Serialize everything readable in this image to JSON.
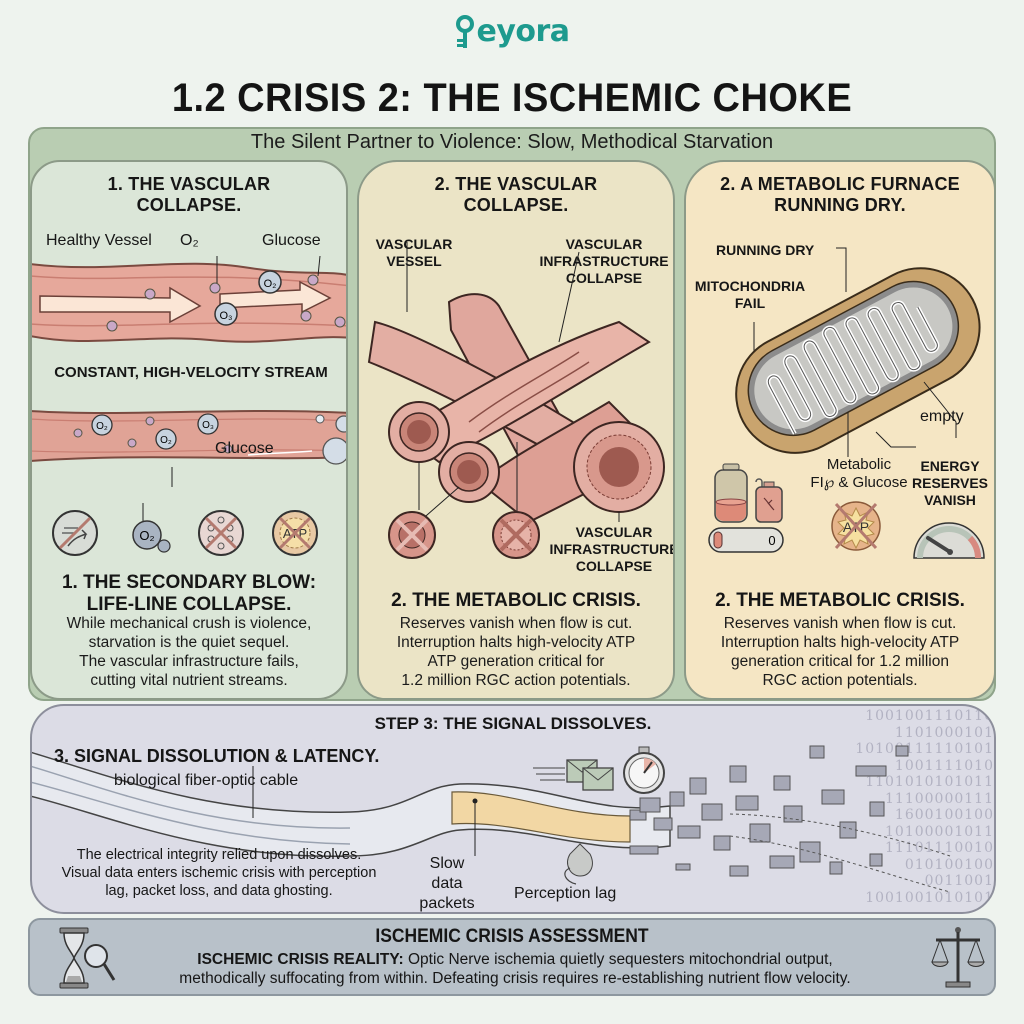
{
  "brand": {
    "name": "Keyora",
    "logo_text": "eyora",
    "icon": "key-icon",
    "color": "#1d9a8e"
  },
  "header": {
    "title": "1.2 CRISIS 2: THE ISCHEMIC CHOKE",
    "subtitle": "The Silent Partner to Violence: Slow, Methodical Starvation"
  },
  "panels": [
    {
      "title_line1": "1. THE VASCULAR",
      "title_line2": "COLLAPSE.",
      "labels": {
        "healthy_vessel": "Healthy Vessel",
        "o2": "O₂",
        "glucose_top": "Glucose",
        "stream": "CONSTANT, HIGH-VELOCITY STREAM",
        "glucose_bottom": "Glucose"
      },
      "molecules": [
        "O₂",
        "O₃",
        "O₂",
        "O₂",
        "O₃"
      ],
      "icons": [
        "no-flow-icon",
        "oxygen-bubble-icon",
        "blocked-nutrients-icon",
        "no-atp-icon"
      ],
      "section_title_line1": "1. THE SECONDARY BLOW:",
      "section_title_line2": "LIFE-LINE COLLAPSE.",
      "body": [
        "While mechanical crush is violence,",
        "starvation is the quiet sequel.",
        "The vascular infrastructure fails,",
        "cutting vital nutrient streams."
      ],
      "bg": "#dbe6d8"
    },
    {
      "title_line1": "2. THE VASCULAR",
      "title_line2": "COLLAPSE.",
      "labels": {
        "vessel_line1": "VASCULAR",
        "vessel_line2": "VESSEL",
        "infra_top_line1": "VASCULAR",
        "infra_top_line2": "INFRASTRUCTURE",
        "infra_top_line3": "COLLAPSE",
        "infra_bottom_line1": "VASCULAR",
        "infra_bottom_line2": "INFRASTRUCTURE",
        "infra_bottom_line3": "COLLAPSE"
      },
      "icons": [
        "blocked-vessel-icon",
        "blocked-vessel-icon"
      ],
      "section_title": "2. THE METABOLIC CRISIS.",
      "body": [
        "Reserves vanish when flow is cut.",
        "Interruption halts high-velocity ATP",
        "ATP generation critical for",
        "1.2 million RGC action potentials."
      ],
      "bg": "#ebe4c6"
    },
    {
      "title_line1": "2. A METABOLIC FURNACE",
      "title_line2": "RUNNING DRY.",
      "labels": {
        "running_dry": "RUNNING DRY",
        "mito_line1": "MITOCHONDRIA",
        "mito_line2": "FAIL",
        "empty": "empty",
        "metabolic_line1": "Metabolic",
        "metabolic_line2": "FI℘ & Glucose",
        "energy_line1": "ENERGY",
        "energy_line2": "RESERVES",
        "energy_line3": "VANISH",
        "gauge_zero": "0",
        "atp": "ATP"
      },
      "icons": [
        "fuel-jar-icon",
        "fuel-can-icon",
        "empty-battery-icon",
        "no-atp-icon",
        "gauge-icon"
      ],
      "section_title": "2. THE METABOLIC CRISIS.",
      "body": [
        "Reserves vanish when flow is cut.",
        "Interruption halts high-velocity ATP",
        "generation critical for 1.2 million",
        "RGC action potentials."
      ],
      "bg": "#f5e6c4"
    }
  ],
  "signal": {
    "step_title": "STEP 3: THE SIGNAL DISSOLVES.",
    "section_title": "3. SIGNAL DISSOLUTION & LATENCY.",
    "cable_label": "biological fiber-optic cable",
    "slow_packets_line1": "Slow data",
    "slow_packets_line2": "packets",
    "perception_lag": "Perception lag",
    "body": [
      "The electrical integrity relied upon dissolves.",
      "Visual data enters ischemic crisis with perception",
      "lag, packet loss, and data ghosting."
    ],
    "binary": [
      "1001001110110",
      "1101000101",
      "10100111110101",
      "1001111010",
      "1101010101011",
      "11100000111",
      "1600100100",
      "10100001011",
      "11101110010",
      "010100100",
      "0011001",
      "1001001010101"
    ],
    "icons": [
      "envelopes-icon",
      "stopwatch-icon",
      "eye-lag-icon"
    ],
    "bg": "#dcdce6"
  },
  "footer": {
    "title": "ISCHEMIC CRISIS ASSESSMENT",
    "reality_label": "ISCHEMIC CRISIS REALITY:",
    "reality_text": " Optic Nerve ischemia quietly sequesters mitochondrial output,",
    "line2": "methodically suffocating from within. Defeating crisis requires re-establishing nutrient flow velocity.",
    "icons": [
      "hourglass-magnifier-icon",
      "balance-scale-icon"
    ],
    "bg": "#b8c1c9"
  }
}
